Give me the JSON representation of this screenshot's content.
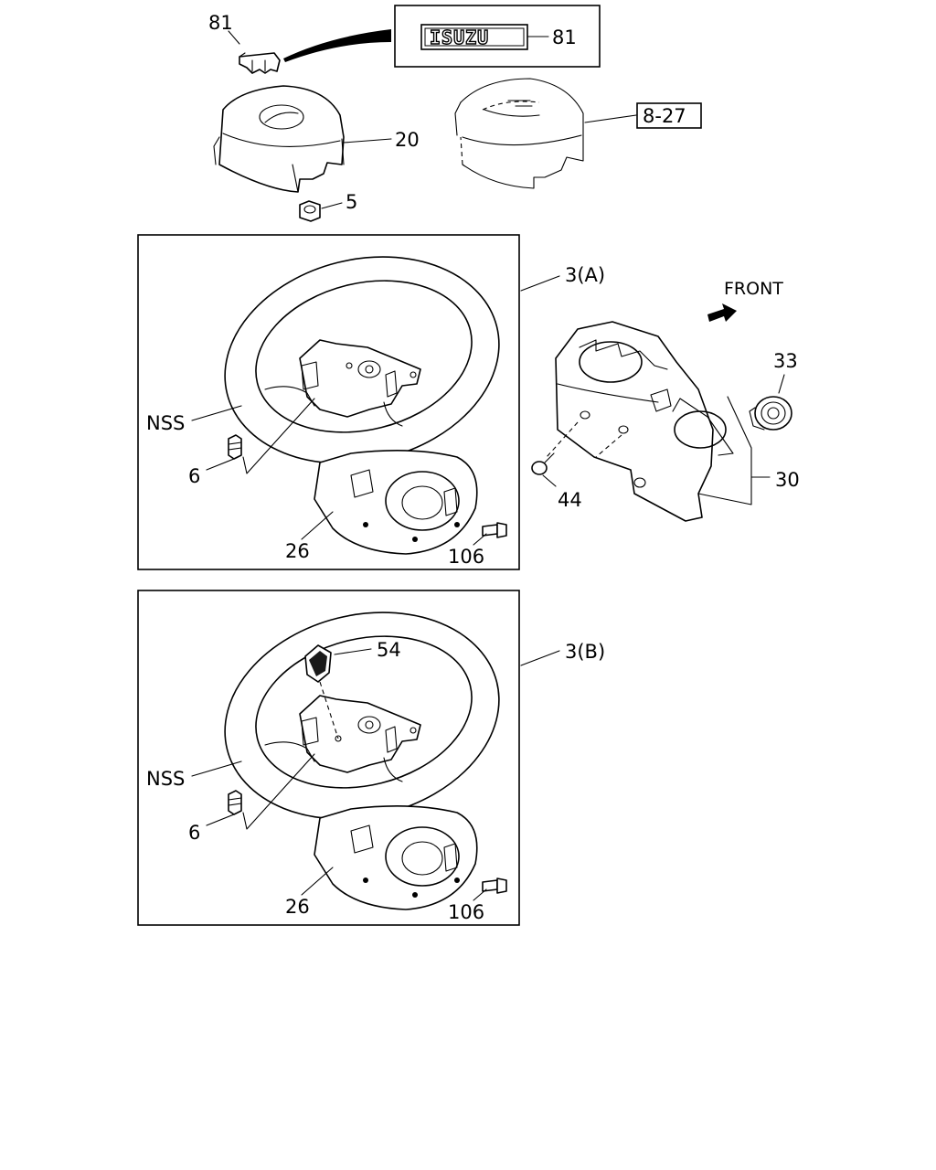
{
  "callouts": {
    "part_81_clip": "81",
    "part_81_emblem": "81",
    "emblem_text": "ISUZU",
    "part_20": "20",
    "ref_8_27": "8-27",
    "part_5": "5",
    "assembly_3a": "3(A)",
    "assembly_3b": "3(B)",
    "front_label": "FRONT",
    "part_33": "33",
    "part_30": "30",
    "part_44": "44",
    "nss_a": "NSS",
    "nss_b": "NSS",
    "part_6_a": "6",
    "part_6_b": "6",
    "part_26_a": "26",
    "part_26_b": "26",
    "part_106_a": "106",
    "part_106_b": "106",
    "part_54": "54"
  },
  "colors": {
    "ink": "#000000",
    "paper": "#ffffff",
    "dark_fill": "#1a1a1a"
  }
}
